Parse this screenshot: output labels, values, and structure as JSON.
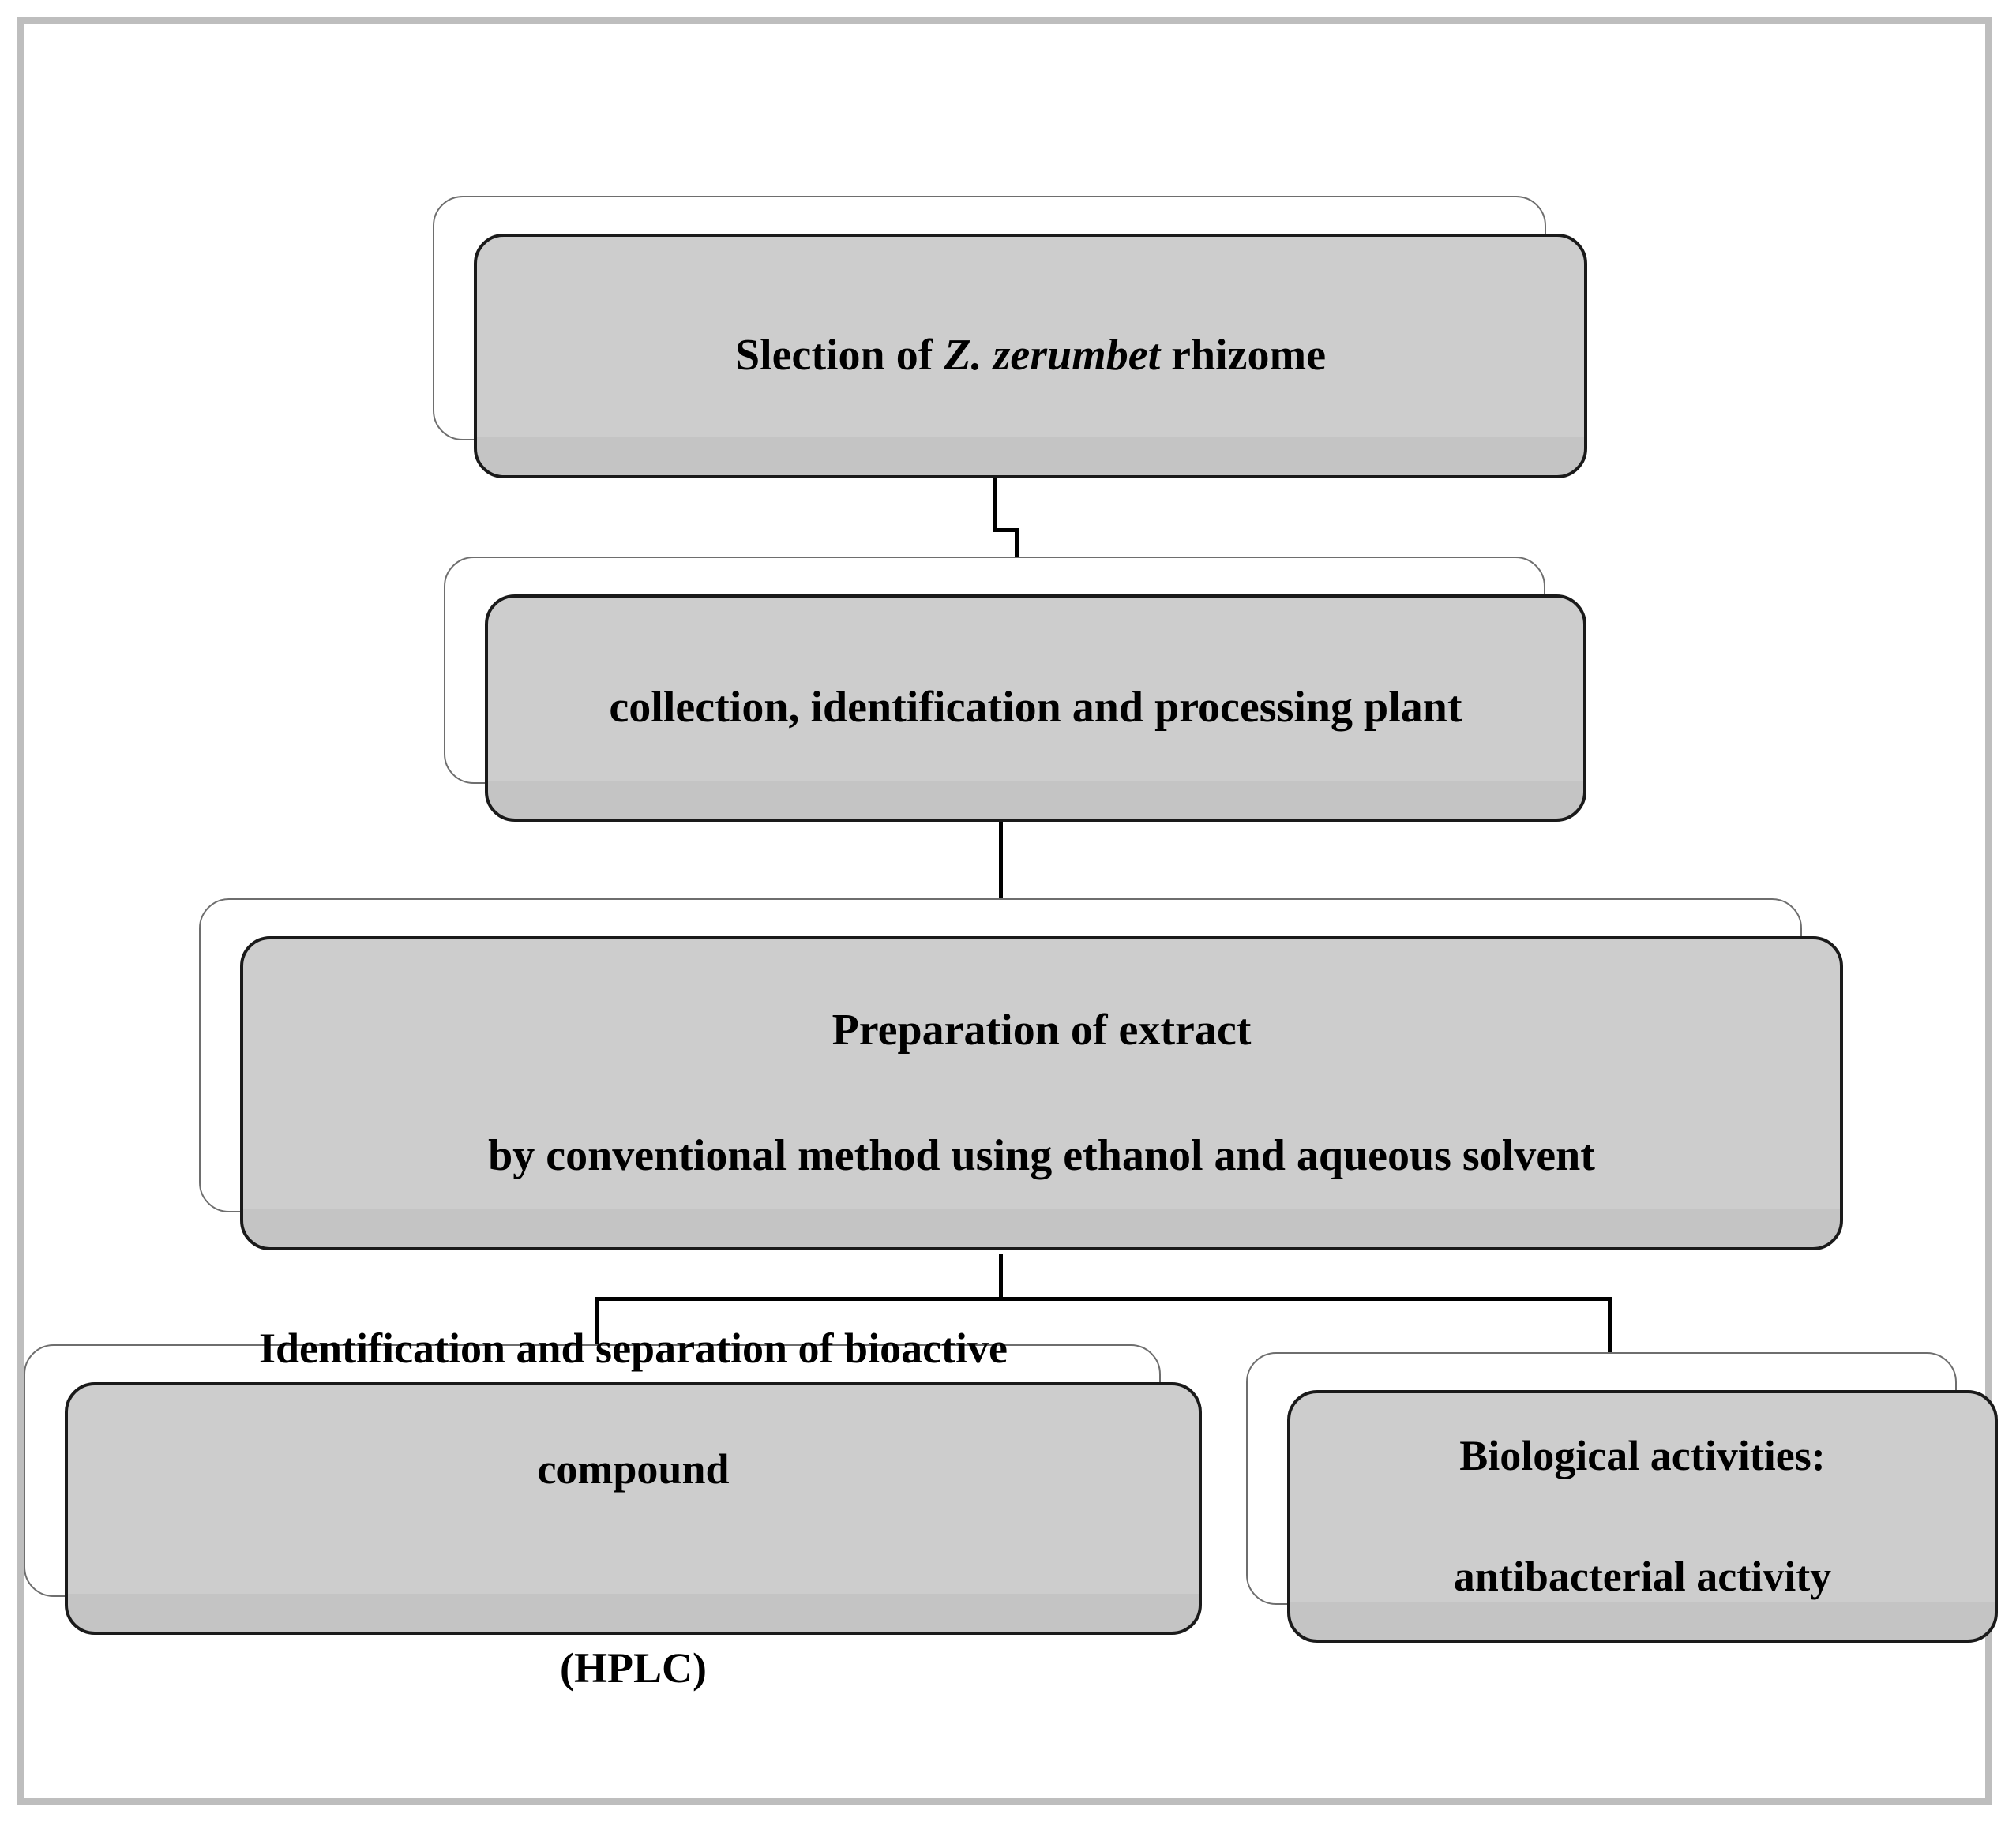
{
  "diagram": {
    "title": "Experimental workflow flowchart",
    "type": "flowchart",
    "orientation": "top-down",
    "colors": {
      "node_fill": "#cdcdcd",
      "node_border": "#1a1a1a",
      "backing_fill": "#ffffff",
      "backing_border": "#6e6e6e",
      "connector": "#000000",
      "page_frame": "#bebebe",
      "text": "#000000"
    },
    "nodes": [
      {
        "id": "selection",
        "line1_prefix": "Slection of  ",
        "line1_italic": "Z. zerumbet",
        "line1_suffix": " rhizome"
      },
      {
        "id": "collection",
        "text": "collection, identification and processing plant"
      },
      {
        "id": "preparation",
        "line1": "Preparation of extract",
        "line2": "by conventional method using ethanol and aqueous solvent"
      },
      {
        "id": "identification",
        "line1": "Identification and separation of  bioactive",
        "line2": "compound",
        "line3": "(HPLC)"
      },
      {
        "id": "biological",
        "line1": "Biological activities:",
        "line2": "antibacterial activity"
      }
    ],
    "edges": [
      {
        "from": "selection",
        "to": "collection",
        "style": "stepped"
      },
      {
        "from": "collection",
        "to": "preparation",
        "style": "straight"
      },
      {
        "from": "preparation",
        "to": "identification",
        "style": "branch-left"
      },
      {
        "from": "preparation",
        "to": "biological",
        "style": "branch-right"
      }
    ]
  }
}
